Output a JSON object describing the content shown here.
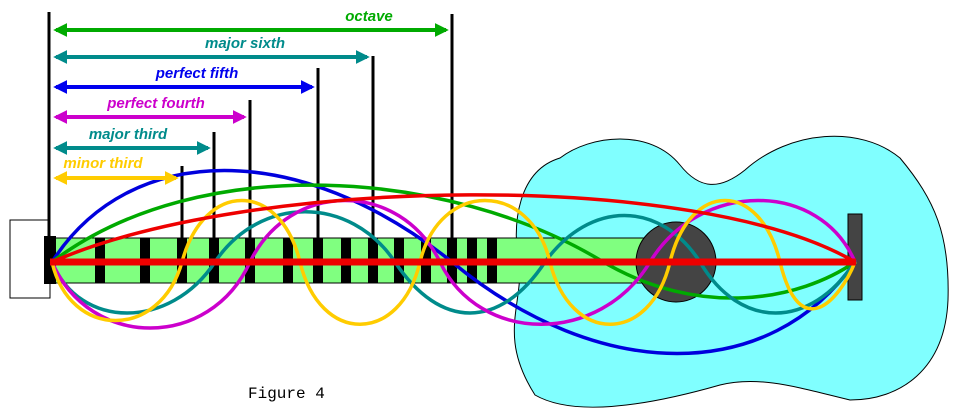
{
  "figure": {
    "caption": "Figure 4"
  },
  "intervals": [
    {
      "id": "octave",
      "label": "octave",
      "color": "#00aa00"
    },
    {
      "id": "major-sixth",
      "label": "major sixth",
      "color": "#008b8b"
    },
    {
      "id": "perfect-fifth",
      "label": "perfect fifth",
      "color": "#0000ee"
    },
    {
      "id": "perfect-fourth",
      "label": "perfect fourth",
      "color": "#cc00cc"
    },
    {
      "id": "major-third",
      "label": "major third",
      "color": "#008b8b"
    },
    {
      "id": "minor-third",
      "label": "minor third",
      "color": "#ffcc00"
    }
  ],
  "colors": {
    "guitar_body": "#80ffff",
    "fretboard": "#80ff80",
    "string": "#ee0000",
    "fret": "#000000",
    "sound_hole": "#444444",
    "bridge": "#444444",
    "wave_red": "#ee0000",
    "wave_blue": "#0000dd",
    "wave_magenta": "#cc00cc",
    "wave_green": "#00aa00",
    "wave_teal": "#008b8b",
    "wave_yellow": "#ffcc00"
  }
}
